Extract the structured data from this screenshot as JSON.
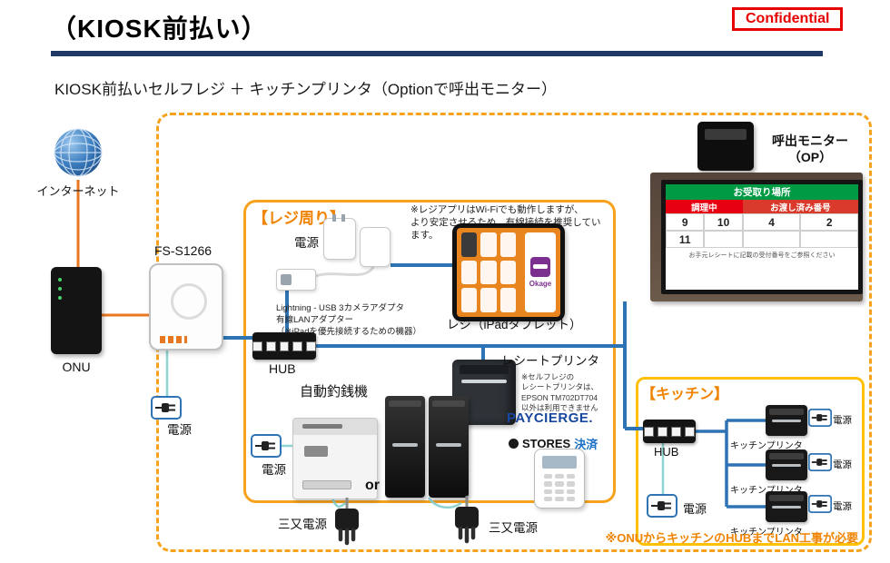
{
  "header": {
    "title": "（KIOSK前払い）",
    "confidential": "Confidential",
    "subtitle": "KIOSK前払いセルフレジ ＋ キッチンプリンタ（Optionで呼出モニター）"
  },
  "labels": {
    "internet": "インターネット",
    "onu": "ONU",
    "router": "FS-S1266",
    "hub": "HUB",
    "power": "電源"
  },
  "register": {
    "title": "【レジ周り】",
    "wifi_note": "※レジアプリはWi-Fiでも動作しますが、\nより安定させるため、有線接続を推奨しています。",
    "adapter_note": "Lightning - USB 3カメラアダプタ\n有線LANアダプター\n（※iPadを優先接続するための機器）",
    "ipad_label": "レジ（iPadタブレット）",
    "okage": "Okage",
    "receipt_printer": "レシートプリンタ",
    "printer_note": "※セルフレジの\nレシートプリンタは、\nEPSON TM702DT704\n以外は利用できません",
    "change_machine": "自動釣銭機",
    "or": "or",
    "payciege": "PAYCIERGE.",
    "stores": "STORES",
    "stores_pay": "決済",
    "triple_power": "三又電源"
  },
  "kitchen": {
    "title": "【キッチン】",
    "hub": "HUB",
    "power": "電源",
    "printer": "キッチンプリンタ"
  },
  "monitor": {
    "label": "呼出モニター\n（OP）",
    "screen_header": "お受取り場所",
    "cooking": "調理中",
    "ready": "お渡し済み番号",
    "n1": "9",
    "n2": "10",
    "n3": "4",
    "n4": "2",
    "n5": "11",
    "caption": "お手元レシートに記載の受付番号をご参照ください"
  },
  "footer": {
    "note": "※ONUからキッチンのHUBまでLAN工事が必要"
  }
}
